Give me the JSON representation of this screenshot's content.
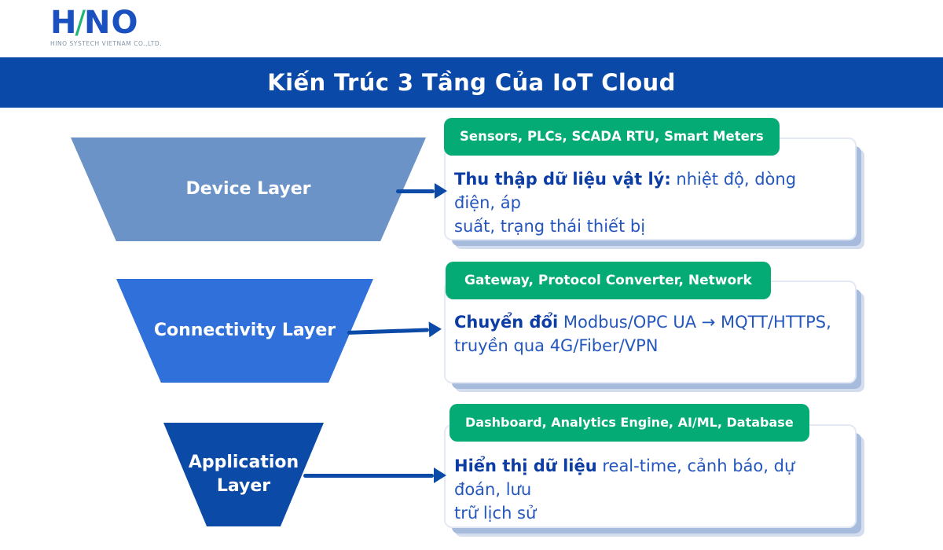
{
  "brand": {
    "logo_h": "H",
    "logo_slash": "/",
    "logo_no": "NO",
    "tagline": "HINO SYSTECH VIETNAM CO.,LTD."
  },
  "header": {
    "title": "Kiến Trúc 3 Tầng Của IoT Cloud"
  },
  "layers": [
    {
      "name": "Device Layer",
      "badge": "Sensors, PLCs, SCADA RTU, Smart Meters",
      "desc_bold": "Thu thập dữ liệu vật lý:",
      "desc_rest": " nhiệt độ, dòng điện, áp\nsuất, trạng thái thiết bị",
      "funnel_color": "#6b93c7"
    },
    {
      "name": "Connectivity Layer",
      "badge": "Gateway, Protocol Converter, Network",
      "desc_bold": "Chuyển đổi",
      "desc_rest": " Modbus/OPC UA → MQTT/HTTPS,\ntruyền qua 4G/Fiber/VPN",
      "funnel_color": "#2f70da"
    },
    {
      "name": "Application Layer",
      "badge": "Dashboard, Analytics Engine, AI/ML, Database",
      "desc_bold": "Hiển thị dữ liệu",
      "desc_rest": " real-time, cảnh báo, dự đoán, lưu\ntrữ lịch sử",
      "funnel_color": "#0b4aa6"
    }
  ],
  "colors": {
    "header_bar": "#0a49a8",
    "badge_green": "#04ab74",
    "arrow": "#0b4aa6",
    "card_shadow": "#a7bbdd",
    "text_bold": "#0c3da5",
    "text_regular": "#2457bd",
    "logo_blue": "#1b50c0",
    "logo_green": "#1fb573"
  }
}
